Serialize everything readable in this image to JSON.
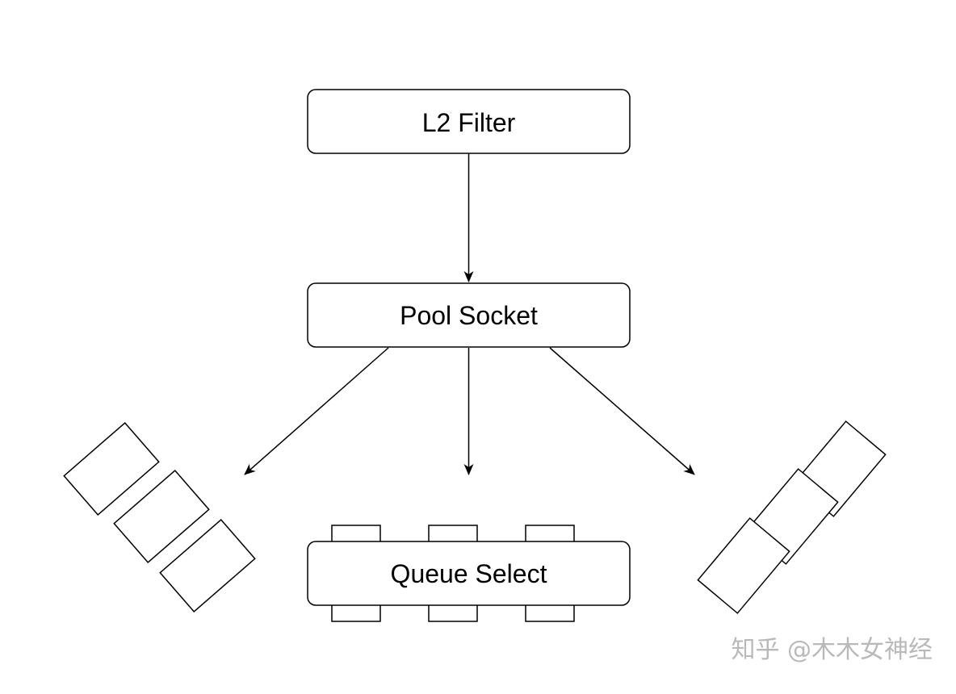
{
  "diagram": {
    "nodes": {
      "l2_filter": "L2 Filter",
      "pool_socket": "Pool Socket",
      "queue_select": "Queue Select"
    }
  },
  "watermark": {
    "text": "知乎 @木木女神经"
  },
  "colors": {
    "stroke": "#000000",
    "background": "#ffffff",
    "watermark": "#b9b9b9"
  }
}
